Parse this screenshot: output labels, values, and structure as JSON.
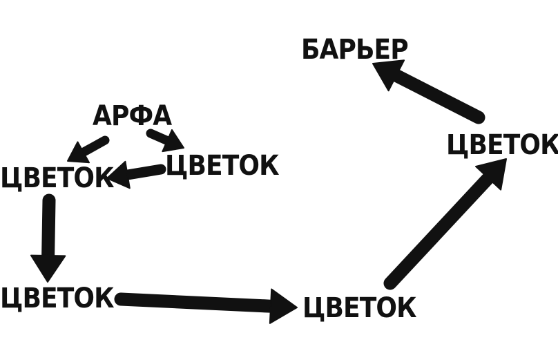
{
  "colors": {
    "background": "#ffffff",
    "ink": "#111111"
  },
  "nodes": {
    "arfa": "АРФА",
    "barier": "БАРЬЕР",
    "tsvetok1": "ЦВЕТОК",
    "tsvetok2": "ЦВЕТОК",
    "tsvetok3": "ЦВЕТОК",
    "tsvetok4": "ЦВЕТОК",
    "tsvetok5": "ЦВЕТОК"
  },
  "edges": [
    {
      "from": "arfa",
      "to": "tsvetok1"
    },
    {
      "from": "arfa",
      "to": "tsvetok2"
    },
    {
      "from": "tsvetok2",
      "to": "tsvetok1"
    },
    {
      "from": "tsvetok1",
      "to": "tsvetok3"
    },
    {
      "from": "tsvetok3",
      "to": "tsvetok4"
    },
    {
      "from": "tsvetok4",
      "to": "tsvetok5"
    },
    {
      "from": "tsvetok5",
      "to": "barier"
    }
  ]
}
